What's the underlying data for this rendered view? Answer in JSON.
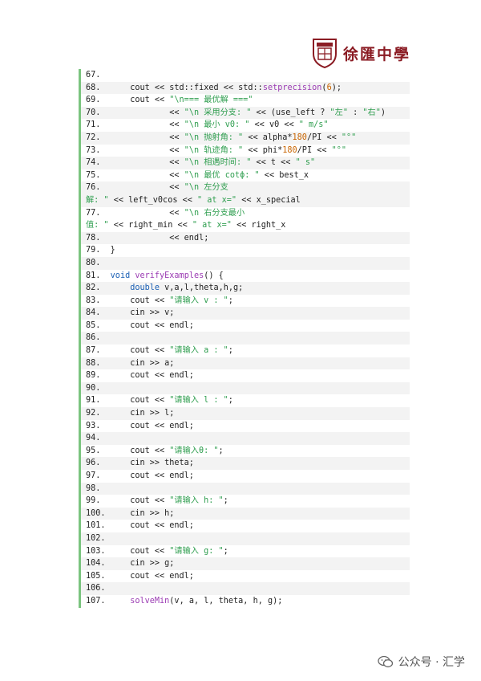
{
  "header": {
    "school_name": "徐匯中學"
  },
  "footer": {
    "text": "公众号 · 汇学"
  },
  "code": [
    {
      "n": "67.",
      "parts": []
    },
    {
      "n": "68.",
      "parts": [
        [
          "p",
          "    cout << std::fixed << std::"
        ],
        [
          "fn",
          "setprecision"
        ],
        [
          "p",
          "("
        ],
        [
          "num",
          "6"
        ],
        [
          "p",
          ");"
        ]
      ]
    },
    {
      "n": "69.",
      "parts": [
        [
          "p",
          "    cout << "
        ],
        [
          "str",
          "\"\\n=== 最优解 ===\""
        ]
      ]
    },
    {
      "n": "70.",
      "parts": [
        [
          "p",
          "            << "
        ],
        [
          "str",
          "\"\\n 采用分支: \""
        ],
        [
          "p",
          " << (use_left ? "
        ],
        [
          "str",
          "\"左\""
        ],
        [
          "p",
          " : "
        ],
        [
          "str",
          "\"右\""
        ],
        [
          "p",
          ")"
        ]
      ]
    },
    {
      "n": "71.",
      "parts": [
        [
          "p",
          "            << "
        ],
        [
          "str",
          "\"\\n 最小 v0: \""
        ],
        [
          "p",
          " << v0 << "
        ],
        [
          "str",
          "\" m/s\""
        ]
      ]
    },
    {
      "n": "72.",
      "parts": [
        [
          "p",
          "            << "
        ],
        [
          "str",
          "\"\\n 抛射角: \""
        ],
        [
          "p",
          " << alpha*"
        ],
        [
          "num",
          "180"
        ],
        [
          "p",
          "/PI << "
        ],
        [
          "str",
          "\"°\""
        ]
      ]
    },
    {
      "n": "73.",
      "parts": [
        [
          "p",
          "            << "
        ],
        [
          "str",
          "\"\\n 轨迹角: \""
        ],
        [
          "p",
          " << phi*"
        ],
        [
          "num",
          "180"
        ],
        [
          "p",
          "/PI << "
        ],
        [
          "str",
          "\"°\""
        ]
      ]
    },
    {
      "n": "74.",
      "parts": [
        [
          "p",
          "            << "
        ],
        [
          "str",
          "\"\\n 相遇时间: \""
        ],
        [
          "p",
          " << t << "
        ],
        [
          "str",
          "\" s\""
        ]
      ]
    },
    {
      "n": "75.",
      "parts": [
        [
          "p",
          "            << "
        ],
        [
          "str",
          "\"\\n 最优 cotϕ: \""
        ],
        [
          "p",
          " << best_x"
        ]
      ]
    },
    {
      "n": "76.",
      "wrap": true,
      "parts": [
        [
          "p",
          "            << "
        ],
        [
          "str",
          "\"\\n 左分支\n解: \""
        ],
        [
          "p",
          " << left_v0cos << "
        ],
        [
          "str",
          "\" at x=\""
        ],
        [
          "p",
          " << x_special"
        ]
      ]
    },
    {
      "n": "77.",
      "wrap": true,
      "parts": [
        [
          "p",
          "            << "
        ],
        [
          "str",
          "\"\\n 右分支最小\n值: \""
        ],
        [
          "p",
          " << right_min << "
        ],
        [
          "str",
          "\" at x=\""
        ],
        [
          "p",
          " << right_x"
        ]
      ]
    },
    {
      "n": "78.",
      "parts": [
        [
          "p",
          "            << endl;"
        ]
      ]
    },
    {
      "n": "79.",
      "parts": [
        [
          "p",
          "}"
        ]
      ]
    },
    {
      "n": "80.",
      "parts": []
    },
    {
      "n": "81.",
      "parts": [
        [
          "kw",
          "void"
        ],
        [
          "p",
          " "
        ],
        [
          "fn",
          "verifyExamples"
        ],
        [
          "p",
          "() {"
        ]
      ]
    },
    {
      "n": "82.",
      "parts": [
        [
          "p",
          "    "
        ],
        [
          "kw",
          "double"
        ],
        [
          "p",
          " v,a,l,theta,h,g;"
        ]
      ]
    },
    {
      "n": "83.",
      "parts": [
        [
          "p",
          "    cout << "
        ],
        [
          "str",
          "\"请输入 v : \""
        ],
        [
          "p",
          ";"
        ]
      ]
    },
    {
      "n": "84.",
      "parts": [
        [
          "p",
          "    cin >> v;"
        ]
      ]
    },
    {
      "n": "85.",
      "parts": [
        [
          "p",
          "    cout << endl;"
        ]
      ]
    },
    {
      "n": "86.",
      "parts": []
    },
    {
      "n": "87.",
      "parts": [
        [
          "p",
          "    cout << "
        ],
        [
          "str",
          "\"请输入 a : \""
        ],
        [
          "p",
          ";"
        ]
      ]
    },
    {
      "n": "88.",
      "parts": [
        [
          "p",
          "    cin >> a;"
        ]
      ]
    },
    {
      "n": "89.",
      "parts": [
        [
          "p",
          "    cout << endl;"
        ]
      ]
    },
    {
      "n": "90.",
      "parts": []
    },
    {
      "n": "91.",
      "parts": [
        [
          "p",
          "    cout << "
        ],
        [
          "str",
          "\"请输入 l : \""
        ],
        [
          "p",
          ";"
        ]
      ]
    },
    {
      "n": "92.",
      "parts": [
        [
          "p",
          "    cin >> l;"
        ]
      ]
    },
    {
      "n": "93.",
      "parts": [
        [
          "p",
          "    cout << endl;"
        ]
      ]
    },
    {
      "n": "94.",
      "parts": []
    },
    {
      "n": "95.",
      "parts": [
        [
          "p",
          "    cout << "
        ],
        [
          "str",
          "\"请输入θ: \""
        ],
        [
          "p",
          ";"
        ]
      ]
    },
    {
      "n": "96.",
      "parts": [
        [
          "p",
          "    cin >> theta;"
        ]
      ]
    },
    {
      "n": "97.",
      "parts": [
        [
          "p",
          "    cout << endl;"
        ]
      ]
    },
    {
      "n": "98.",
      "parts": []
    },
    {
      "n": "99.",
      "parts": [
        [
          "p",
          "    cout << "
        ],
        [
          "str",
          "\"请输入 h: \""
        ],
        [
          "p",
          ";"
        ]
      ]
    },
    {
      "n": "100.",
      "parts": [
        [
          "p",
          "    cin >> h;"
        ]
      ]
    },
    {
      "n": "101.",
      "parts": [
        [
          "p",
          "    cout << endl;"
        ]
      ]
    },
    {
      "n": "102.",
      "parts": []
    },
    {
      "n": "103.",
      "parts": [
        [
          "p",
          "    cout << "
        ],
        [
          "str",
          "\"请输入 g: \""
        ],
        [
          "p",
          ";"
        ]
      ]
    },
    {
      "n": "104.",
      "parts": [
        [
          "p",
          "    cin >> g;"
        ]
      ]
    },
    {
      "n": "105.",
      "parts": [
        [
          "p",
          "    cout << endl;"
        ]
      ]
    },
    {
      "n": "106.",
      "parts": []
    },
    {
      "n": "107.",
      "parts": [
        [
          "p",
          "    "
        ],
        [
          "fn",
          "solveMin"
        ],
        [
          "p",
          "(v, a, l, theta, h, g);"
        ]
      ]
    }
  ]
}
